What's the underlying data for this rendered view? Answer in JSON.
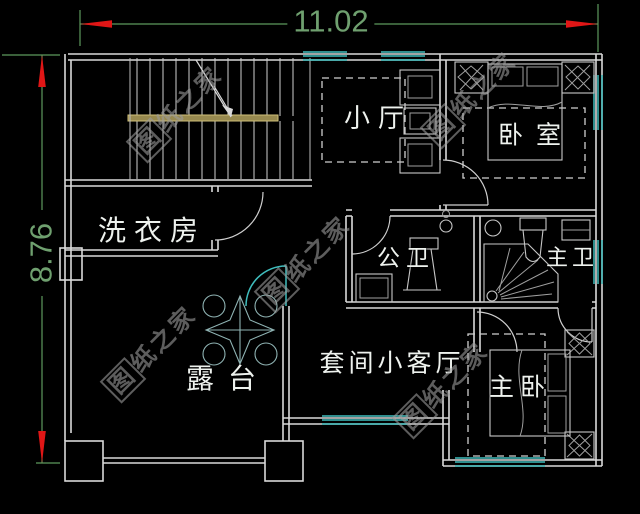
{
  "drawing": {
    "kind": "residential floor plan (CAD)",
    "dimensions": {
      "width_label": "11.02",
      "height_label": "8.76"
    },
    "rooms": {
      "small_hall": "小厅",
      "bedroom": "卧室",
      "laundry_room": "洗衣房",
      "public_bathroom": "公卫",
      "master_bathroom": "主卫",
      "terrace": "露台",
      "suite_living_room": "套间小客厅",
      "master_bedroom": "主卧"
    },
    "watermark": {
      "first_char": "图",
      "rest_chars": "纸之家",
      "full_text": "图纸之家"
    },
    "colors": {
      "background": "#000000",
      "wall": "#d9d9d9",
      "window_glass": "#3fbdbd",
      "dimension_line": "#5e9a5e",
      "dimension_arrow": "#e01616",
      "stair_handrail": "#97894f",
      "watermark": "#9c9c9c",
      "room_label": "#eef2ee"
    }
  }
}
